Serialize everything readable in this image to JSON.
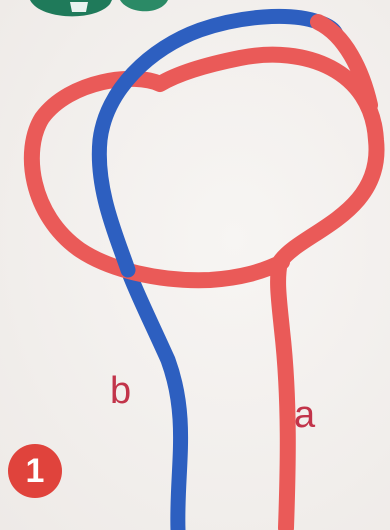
{
  "colors": {
    "background": "#f3f0ee",
    "red_cord": "#ea5a58",
    "blue_cord": "#2d5fc0",
    "label": "#c2344a",
    "step_badge": "#e0433c",
    "logo": "#1f7a5a"
  },
  "labels": {
    "b": "b",
    "a": "a"
  },
  "step": {
    "number": "1"
  },
  "logo": {
    "icon": "brand-logo-icon"
  }
}
